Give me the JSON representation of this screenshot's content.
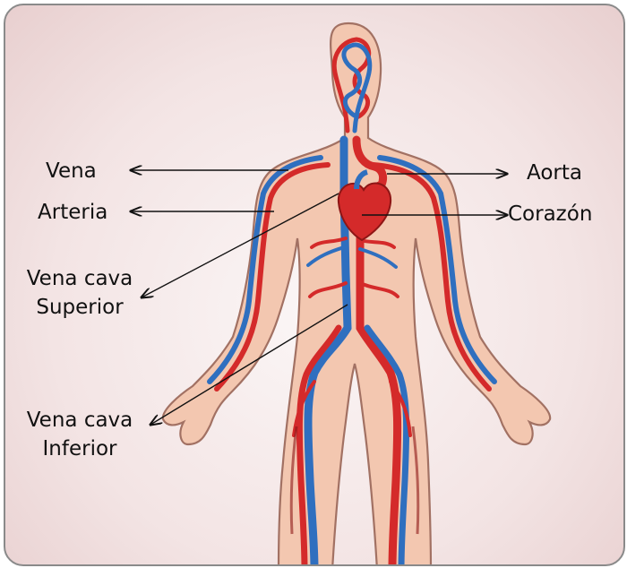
{
  "labels": {
    "vena": "Vena",
    "arteria": "Arteria",
    "vena_cava_superior_1": "Vena cava",
    "vena_cava_superior_2": "Superior",
    "vena_cava_inferior_1": "Vena cava",
    "vena_cava_inferior_2": "Inferior",
    "aorta": "Aorta",
    "corazon": "Corazón"
  },
  "colors": {
    "skin": "#f3c7b0",
    "skin_outline": "#a27163",
    "artery": "#d42a2a",
    "vein": "#2f6fbf",
    "arrow": "#111111"
  }
}
